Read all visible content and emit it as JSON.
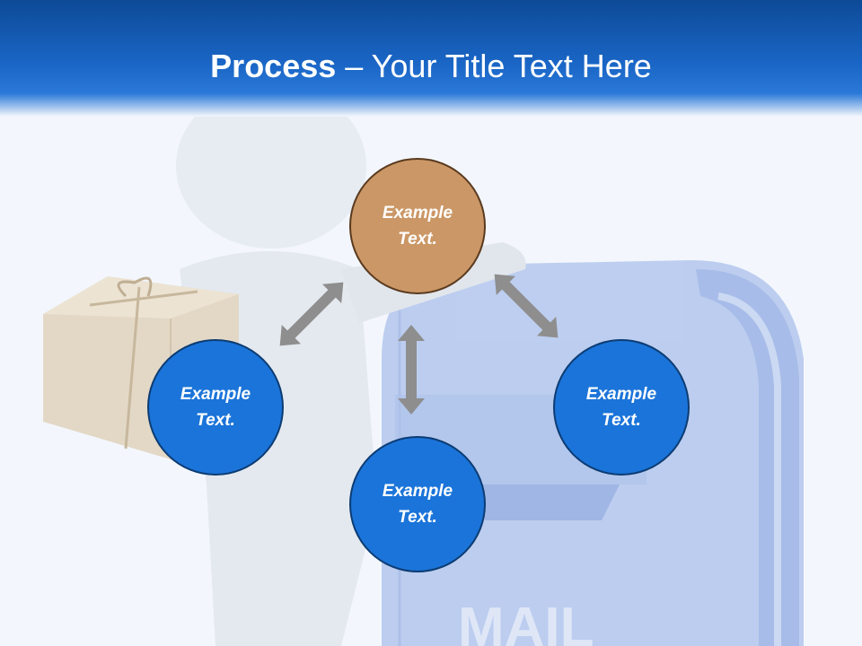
{
  "slide": {
    "title_bold": "Process",
    "title_rest": " – Your Title Text Here",
    "mailbox_text": "MAIL"
  },
  "nodes": {
    "top": {
      "line1": "Example",
      "line2": "Text.",
      "color": "#cb9766"
    },
    "left": {
      "line1": "Example",
      "line2": "Text.",
      "color": "#1b74d9"
    },
    "right": {
      "line1": "Example",
      "line2": "Text.",
      "color": "#1b74d9"
    },
    "bottom": {
      "line1": "Example",
      "line2": "Text.",
      "color": "#1b74d9"
    }
  },
  "colors": {
    "header_dark": "#0d4a97",
    "header_light": "#2a78d8",
    "arrow": "#8e8e8e",
    "background": "#f3f7fd"
  }
}
